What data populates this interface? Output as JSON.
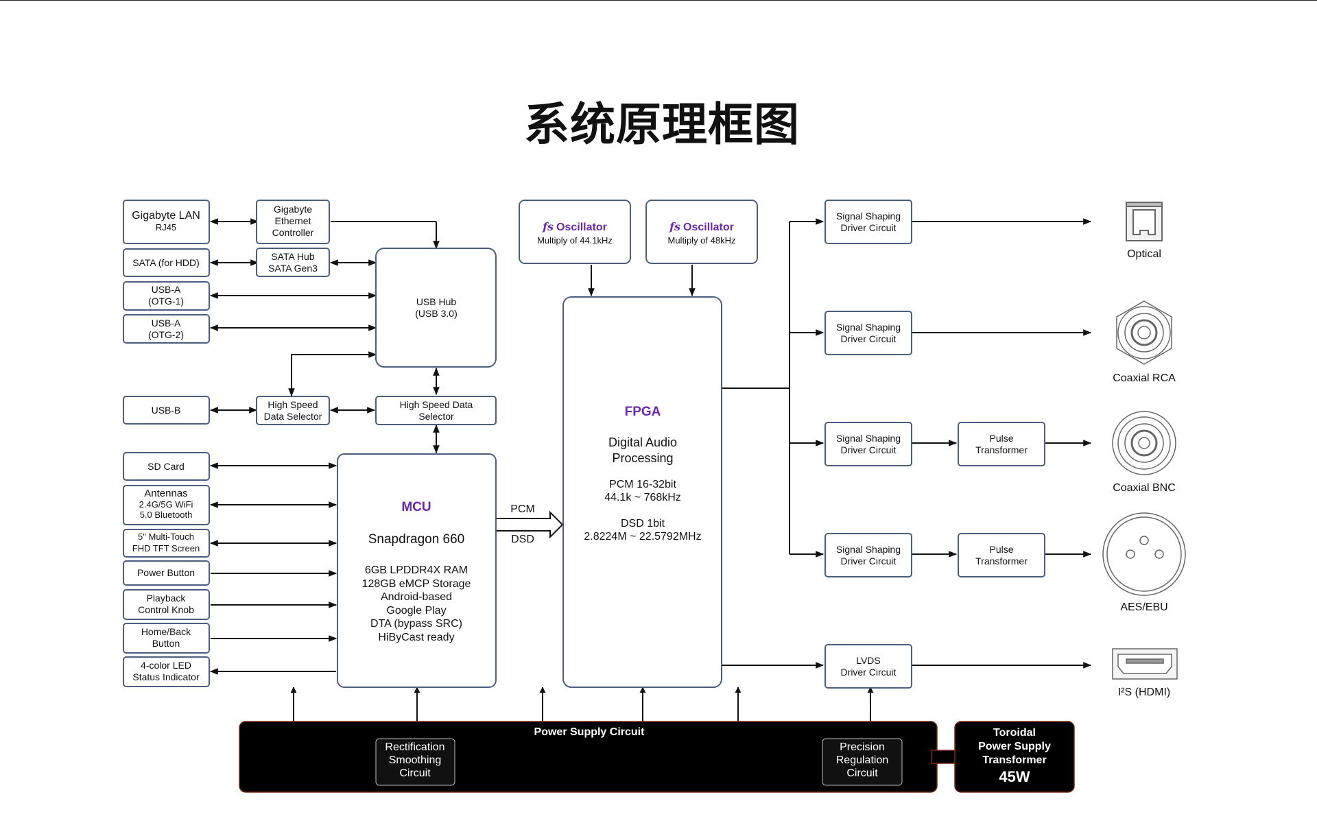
{
  "title": "系统原理框图",
  "left": {
    "gigabyte_lan": [
      "Gigabyte LAN",
      "RJ45"
    ],
    "sata_hdd": "SATA (for HDD)",
    "usb_a1": [
      "USB-A",
      "(OTG-1)"
    ],
    "usb_a2": [
      "USB-A",
      "(OTG-2)"
    ],
    "usb_b": "USB-B",
    "sd_card": "SD Card",
    "antennas": [
      "Antennas",
      "2.4G/5G WiFi",
      "5.0 Bluetooth"
    ],
    "touch_screen": [
      "5\" Multi-Touch",
      "FHD TFT Screen"
    ],
    "power_button": "Power Button",
    "playback_knob": [
      "Playback",
      "Control Knob"
    ],
    "home_back": [
      "Home/Back",
      "Button"
    ],
    "led": [
      "4-color LED",
      "Status Indicator"
    ]
  },
  "middle": {
    "eth_ctrl": [
      "Gigabyte",
      "Ethernet",
      "Controller"
    ],
    "sata_hub": [
      "SATA Hub",
      "SATA Gen3"
    ],
    "usb_hub": [
      "USB Hub",
      "(USB 3.0)"
    ],
    "hs_sel_left": [
      "High Speed",
      "Data Selector"
    ],
    "hs_sel_right": [
      "High Speed Data",
      "Selector"
    ]
  },
  "mcu": {
    "title": "MCU",
    "chip": "Snapdragon 660",
    "specs": [
      "6GB  LPDDR4X RAM",
      "128GB eMCP Storage",
      "Android-based",
      "Google Play",
      "DTA (bypass SRC)",
      "HiByCast ready"
    ]
  },
  "link_labels": [
    "PCM",
    "DSD"
  ],
  "osc": [
    {
      "prefix": "fs",
      "label": "Oscillator",
      "sub": "Multiply of 44.1kHz"
    },
    {
      "prefix": "fs",
      "label": "Oscillator",
      "sub": "Multiply of 48kHz"
    }
  ],
  "fpga": {
    "title": "FPGA",
    "func": [
      "Digital Audio",
      "Processing"
    ],
    "pcm": [
      "PCM 16-32bit",
      "44.1k ~ 768kHz"
    ],
    "dsd": [
      "DSD 1bit",
      "2.8224M ~ 22.5792MHz"
    ]
  },
  "drivers": {
    "signal_shaping": [
      "Signal Shaping",
      "Driver Circuit"
    ],
    "pulse": [
      "Pulse",
      "Transformer"
    ],
    "lvds": [
      "LVDS",
      "Driver Circuit"
    ]
  },
  "outputs": [
    "Optical",
    "Coaxial RCA",
    "Coaxial BNC",
    "AES/EBU",
    "I²S (HDMI)"
  ],
  "power": {
    "label": "Power Supply Circuit",
    "rect": [
      "Rectification",
      "Smoothing",
      "Circuit"
    ],
    "prec": [
      "Precision",
      "Regulation",
      "Circuit"
    ],
    "toroidal": [
      "Toroidal",
      "Power Supply",
      "Transformer"
    ],
    "watt": "45W"
  },
  "colors": {
    "box_border": "#4a5f80",
    "accent_purple": "#6a2aa8",
    "power_bar": "#000000"
  }
}
